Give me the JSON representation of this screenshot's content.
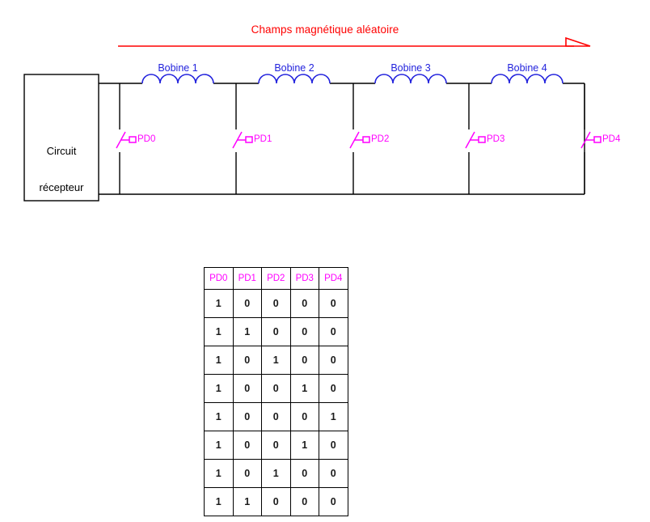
{
  "diagram": {
    "field_title": "Champs magnétique aléatoire",
    "field_arrow_icon": "right-arrow-icon",
    "receiver_box": {
      "line1": "Circuit",
      "line2": "récepteur"
    },
    "coils": [
      {
        "label": "Bobine 1"
      },
      {
        "label": "Bobine 2"
      },
      {
        "label": "Bobine 3"
      },
      {
        "label": "Bobine 4"
      }
    ],
    "switches": [
      {
        "label": "PD0"
      },
      {
        "label": "PD1"
      },
      {
        "label": "PD2"
      },
      {
        "label": "PD3"
      },
      {
        "label": "PD4"
      }
    ],
    "colors": {
      "field": "#ff0000",
      "coil": "#2222dd",
      "switch": "#ff00ff",
      "wire": "#000000"
    }
  },
  "table": {
    "headers": [
      "PD0",
      "PD1",
      "PD2",
      "PD3",
      "PD4"
    ],
    "rows": [
      [
        "1",
        "0",
        "0",
        "0",
        "0"
      ],
      [
        "1",
        "1",
        "0",
        "0",
        "0"
      ],
      [
        "1",
        "0",
        "1",
        "0",
        "0"
      ],
      [
        "1",
        "0",
        "0",
        "1",
        "0"
      ],
      [
        "1",
        "0",
        "0",
        "0",
        "1"
      ],
      [
        "1",
        "0",
        "0",
        "1",
        "0"
      ],
      [
        "1",
        "0",
        "1",
        "0",
        "0"
      ],
      [
        "1",
        "1",
        "0",
        "0",
        "0"
      ]
    ]
  }
}
